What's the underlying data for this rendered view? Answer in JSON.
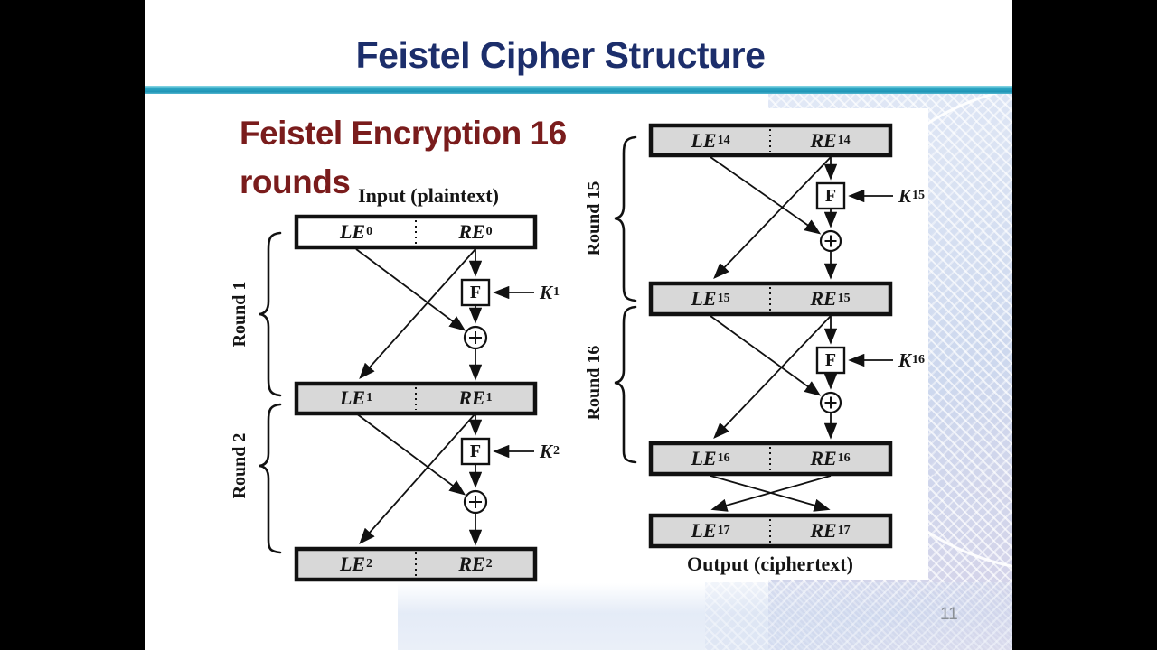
{
  "slide": {
    "title": "Feistel Cipher Structure",
    "heading": {
      "line1": "Feistel Encryption 16",
      "line2": "rounds"
    },
    "page_number": "11"
  },
  "colors": {
    "title_text": "#1c2e6b",
    "heading_text": "#7a1c1c",
    "divider_teal": "#2fa9c6",
    "register_fill_gray": "#d8d8d8",
    "register_fill_white": "#ffffff",
    "diagram_stroke": "#111111",
    "letterbox": "#000000",
    "page_number_gray": "#8b9096"
  },
  "left_diagram": {
    "input_label": "Input (plaintext)",
    "f_label": "F",
    "rounds": [
      {
        "label": "Round 1",
        "key_base": "K",
        "key_sub": "1"
      },
      {
        "label": "Round 2",
        "key_base": "K",
        "key_sub": "2"
      }
    ],
    "registers": [
      {
        "left_base": "LE",
        "left_sub": "0",
        "right_base": "RE",
        "right_sub": "0"
      },
      {
        "left_base": "LE",
        "left_sub": "1",
        "right_base": "RE",
        "right_sub": "1"
      },
      {
        "left_base": "LE",
        "left_sub": "2",
        "right_base": "RE",
        "right_sub": "2"
      }
    ]
  },
  "right_diagram": {
    "output_label": "Output (ciphertext)",
    "f_label": "F",
    "rounds": [
      {
        "label": "Round 15",
        "key_base": "K",
        "key_sub": "15"
      },
      {
        "label": "Round 16",
        "key_base": "K",
        "key_sub": "16"
      }
    ],
    "registers": [
      {
        "left_base": "LE",
        "left_sub": "14",
        "right_base": "RE",
        "right_sub": "14"
      },
      {
        "left_base": "LE",
        "left_sub": "15",
        "right_base": "RE",
        "right_sub": "15"
      },
      {
        "left_base": "LE",
        "left_sub": "16",
        "right_base": "RE",
        "right_sub": "16"
      },
      {
        "left_base": "LE",
        "left_sub": "17",
        "right_base": "RE",
        "right_sub": "17"
      }
    ]
  }
}
